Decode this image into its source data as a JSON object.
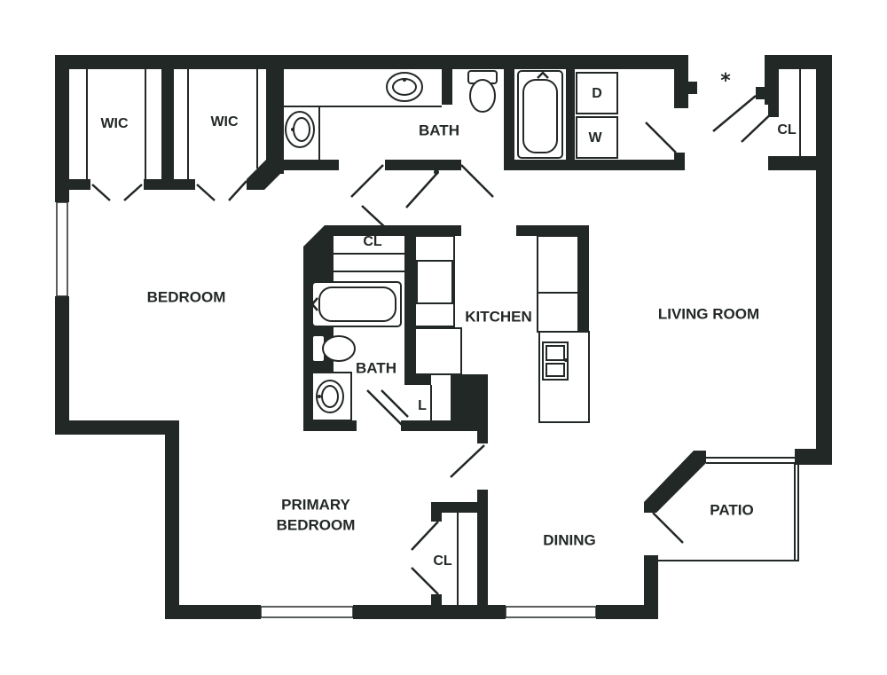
{
  "rooms": {
    "wic_1": "WIC",
    "wic_2": "WIC",
    "bath_top": "BATH",
    "closet_top_right": "CL",
    "laundry_dryer": "D",
    "laundry_washer": "W",
    "bedroom": "BEDROOM",
    "closet_center": "CL",
    "kitchen": "KITCHEN",
    "living_room": "LIVING ROOM",
    "bath_center": "BATH",
    "linen": "L",
    "primary_bedroom_line1": "PRIMARY",
    "primary_bedroom_line2": "BEDROOM",
    "closet_primary": "CL",
    "dining": "DINING",
    "patio": "PATIO",
    "entry_marker": "*"
  },
  "colors": {
    "wall": "#222826",
    "background": "#ffffff"
  }
}
